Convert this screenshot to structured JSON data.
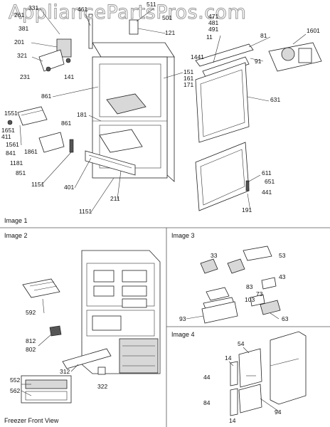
{
  "watermark": "AppliancePartsPros.com",
  "panels": {
    "image1": "Image 1",
    "image2": "Image 2",
    "image3": "Image 3",
    "image4": "Image 4",
    "freezer_view": "Freezer Front View"
  },
  "image1_labels": [
    "331",
    "261",
    "381",
    "201",
    "321",
    "231",
    "141",
    "461",
    "511",
    "501",
    "121",
    "471",
    "481",
    "491",
    "11",
    "81",
    "1601",
    "91",
    "1441",
    "151",
    "161",
    "171",
    "861",
    "631",
    "181",
    "861",
    "1551",
    "1651",
    "411",
    "1561",
    "841",
    "1861",
    "1181",
    "851",
    "1151",
    "401",
    "211",
    "1151",
    "611",
    "651",
    "441",
    "191"
  ],
  "image2_labels": [
    "592",
    "812",
    "802",
    "312",
    "322",
    "552",
    "562"
  ],
  "image3_labels": [
    "33",
    "53",
    "43",
    "83",
    "103",
    "73",
    "93",
    "63"
  ],
  "image4_labels": [
    "54",
    "14",
    "44",
    "84",
    "14",
    "94"
  ]
}
